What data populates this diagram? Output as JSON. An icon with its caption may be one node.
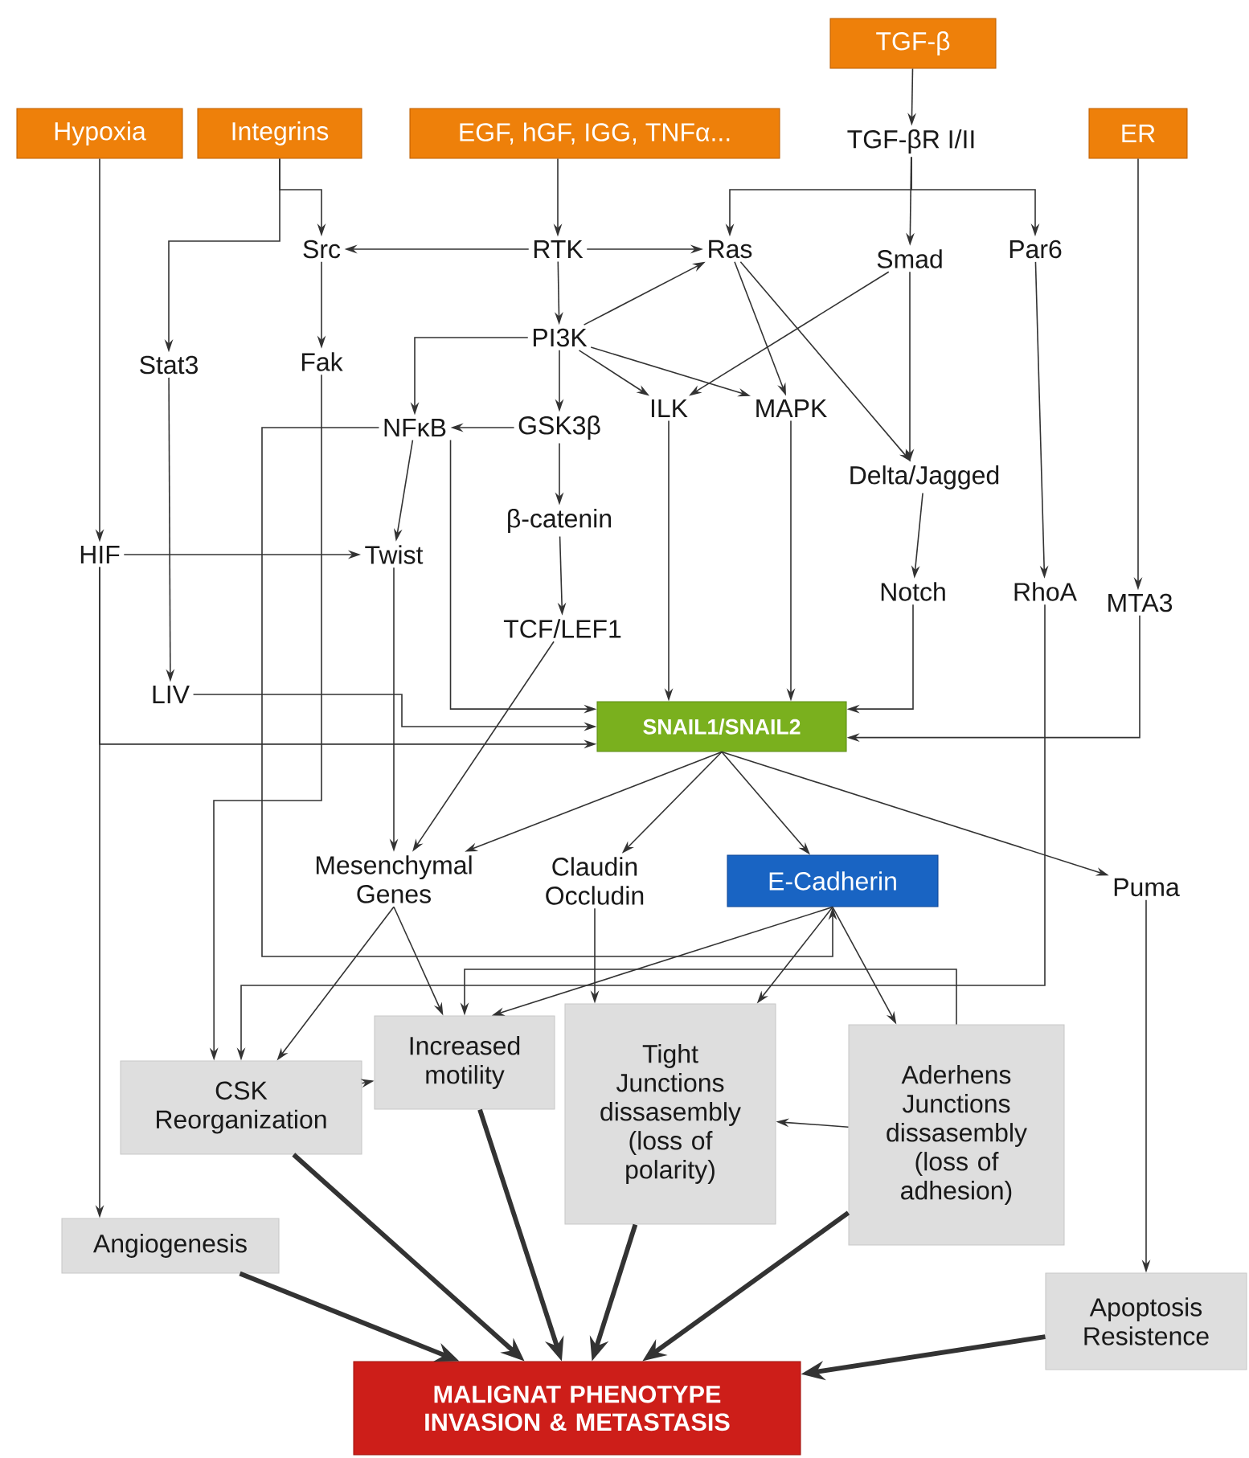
{
  "diagram": {
    "nodes": [
      {
        "text": [
          "TGF-β"
        ]
      },
      {
        "text": [
          "Hypoxia"
        ]
      },
      {
        "text": [
          "Integrins"
        ]
      },
      {
        "text": [
          "EGF, hGF, IGG, TNFα..."
        ]
      },
      {
        "text": [
          "ER"
        ]
      },
      {
        "text": [
          "TGF-βR I/II"
        ]
      },
      {
        "text": [
          "Src"
        ]
      },
      {
        "text": [
          "RTK"
        ]
      },
      {
        "text": [
          "Ras"
        ]
      },
      {
        "text": [
          "Smad"
        ]
      },
      {
        "text": [
          "Par6"
        ]
      },
      {
        "text": [
          "Stat3"
        ]
      },
      {
        "text": [
          "Fak"
        ]
      },
      {
        "text": [
          "PI3K"
        ]
      },
      {
        "text": [
          "NFκB"
        ]
      },
      {
        "text": [
          "GSK3β"
        ]
      },
      {
        "text": [
          "ILK"
        ]
      },
      {
        "text": [
          "MAPK"
        ]
      },
      {
        "text": [
          "Delta/Jagged"
        ]
      },
      {
        "text": [
          "HIF"
        ]
      },
      {
        "text": [
          "Twist"
        ]
      },
      {
        "text": [
          "β-catenin"
        ]
      },
      {
        "text": [
          "Notch"
        ]
      },
      {
        "text": [
          "RhoA"
        ]
      },
      {
        "text": [
          "MTA3"
        ]
      },
      {
        "text": [
          "TCF/LEF1"
        ]
      },
      {
        "text": [
          "LIV"
        ]
      },
      {
        "text": [
          "SNAIL1/SNAIL2"
        ]
      },
      {
        "text": [
          "Mesenchymal Genes"
        ]
      },
      {
        "text": [
          "Claudin Occludin"
        ]
      },
      {
        "text": [
          "E-Cadherin"
        ]
      },
      {
        "text": [
          "Puma"
        ]
      },
      {
        "text": [
          "CSK Reorganization"
        ]
      },
      {
        "text": [
          "Increased motility"
        ]
      },
      {
        "text": [
          "Tight Junctions dissasembly (loss of polarity)"
        ]
      },
      {
        "text": [
          "Aderhens Junctions dissasembly (loss of adhesion)"
        ]
      },
      {
        "text": [
          "Angiogenesis"
        ]
      },
      {
        "text": [
          "Apoptosis Resistence"
        ]
      },
      {
        "text": [
          "MALIGNAT PHENOTYPE INVASION & METASTASIS"
        ]
      }
    ],
    "edges": [
      {
        "from": 0,
        "to": 5,
        "arrow": "to"
      },
      {
        "from": 1,
        "to": 19,
        "arrow": "to"
      },
      {
        "from": 2,
        "to": 6,
        "arrow": "to"
      },
      {
        "from": 2,
        "to": 11,
        "arrow": "to"
      },
      {
        "from": 3,
        "to": 7,
        "arrow": "to"
      },
      {
        "from": 5,
        "to": 8,
        "arrow": "to"
      },
      {
        "from": 5,
        "to": 9,
        "arrow": "to"
      },
      {
        "from": 5,
        "to": 10,
        "arrow": "to"
      },
      {
        "from": 7,
        "to": 6,
        "arrow": "to"
      },
      {
        "from": 7,
        "to": 8,
        "arrow": "to"
      },
      {
        "from": 7,
        "to": 13,
        "arrow": "to"
      },
      {
        "from": 6,
        "to": 12,
        "arrow": "to"
      },
      {
        "from": 13,
        "to": 14,
        "arrow": "to"
      },
      {
        "from": 13,
        "to": 15,
        "arrow": "to"
      },
      {
        "from": 13,
        "to": 8,
        "arrow": "to"
      },
      {
        "from": 13,
        "to": 16,
        "arrow": "to"
      },
      {
        "from": 13,
        "to": 17,
        "arrow": "to"
      },
      {
        "from": 8,
        "to": 17,
        "arrow": "to"
      },
      {
        "from": 8,
        "to": 18,
        "arrow": "to"
      },
      {
        "from": 9,
        "to": 16,
        "arrow": "to"
      },
      {
        "from": 9,
        "to": 18,
        "arrow": "to"
      },
      {
        "from": 10,
        "to": 23,
        "arrow": "to"
      },
      {
        "from": 4,
        "to": 24,
        "arrow": "to"
      },
      {
        "from": 15,
        "to": 14,
        "arrow": "to"
      },
      {
        "from": 15,
        "to": 21,
        "arrow": "to"
      },
      {
        "from": 21,
        "to": 25,
        "arrow": "to"
      },
      {
        "from": 14,
        "to": 20,
        "arrow": "to"
      },
      {
        "from": 14,
        "to": 27,
        "arrow": "to"
      },
      {
        "from": 19,
        "to": 20,
        "arrow": "to"
      },
      {
        "from": 19,
        "to": 27,
        "arrow": "to"
      },
      {
        "from": 19,
        "to": 36,
        "arrow": "to"
      },
      {
        "from": 11,
        "to": 26,
        "arrow": "to"
      },
      {
        "from": 26,
        "to": 27,
        "arrow": "to"
      },
      {
        "from": 16,
        "to": 27,
        "arrow": "to"
      },
      {
        "from": 17,
        "to": 27,
        "arrow": "to"
      },
      {
        "from": 22,
        "to": 27,
        "arrow": "to"
      },
      {
        "from": 24,
        "to": 27,
        "arrow": "to"
      },
      {
        "from": 18,
        "to": 22,
        "arrow": "to"
      },
      {
        "from": 20,
        "to": 28,
        "arrow": "to"
      },
      {
        "from": 25,
        "to": 28,
        "arrow": "to"
      },
      {
        "from": 27,
        "to": 28,
        "arrow": "to"
      },
      {
        "from": 27,
        "to": 29,
        "arrow": "to"
      },
      {
        "from": 27,
        "to": 30,
        "arrow": "to"
      },
      {
        "from": 27,
        "to": 31,
        "arrow": "to"
      },
      {
        "from": 12,
        "to": 32,
        "arrow": "to"
      },
      {
        "from": 14,
        "to": 30,
        "arrow": "to"
      },
      {
        "from": 23,
        "to": 32,
        "arrow": "to"
      },
      {
        "from": 35,
        "to": 33,
        "arrow": "to"
      },
      {
        "from": 28,
        "to": 32,
        "arrow": "to"
      },
      {
        "from": 28,
        "to": 33,
        "arrow": "to"
      },
      {
        "from": 29,
        "to": 34,
        "arrow": "to"
      },
      {
        "from": 30,
        "to": 33,
        "arrow": "to"
      },
      {
        "from": 30,
        "to": 34,
        "arrow": "to"
      },
      {
        "from": 30,
        "to": 35,
        "arrow": "to"
      },
      {
        "from": 32,
        "to": 33,
        "arrow": "to"
      },
      {
        "from": 35,
        "to": 34,
        "arrow": "to"
      },
      {
        "from": 31,
        "to": 37,
        "arrow": "to"
      },
      {
        "from": 32,
        "to": 38,
        "arrow": "to",
        "style": "thick"
      },
      {
        "from": 33,
        "to": 38,
        "arrow": "to",
        "style": "thick"
      },
      {
        "from": 34,
        "to": 38,
        "arrow": "to",
        "style": "thick"
      },
      {
        "from": 35,
        "to": 38,
        "arrow": "to",
        "style": "thick"
      },
      {
        "from": 36,
        "to": 38,
        "arrow": "to",
        "style": "thick"
      },
      {
        "from": 37,
        "to": 38,
        "arrow": "to",
        "style": "thick"
      }
    ]
  }
}
